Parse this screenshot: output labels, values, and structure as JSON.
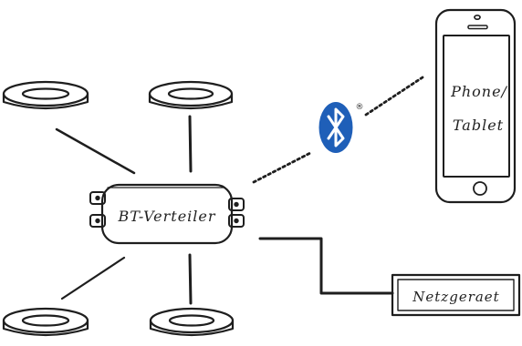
{
  "diagram": {
    "nodes": {
      "distributor": {
        "label": "BT-Verteiler"
      },
      "phone": {
        "label_line1": "Phone/",
        "label_line2": "Tablet"
      },
      "power": {
        "label": "Netzgeraet"
      },
      "bluetooth": {
        "registered_mark": "®"
      }
    },
    "colors": {
      "ink": "#1e1e1e",
      "bluetooth_blue": "#1f5fb8",
      "background": "#ffffff"
    }
  }
}
